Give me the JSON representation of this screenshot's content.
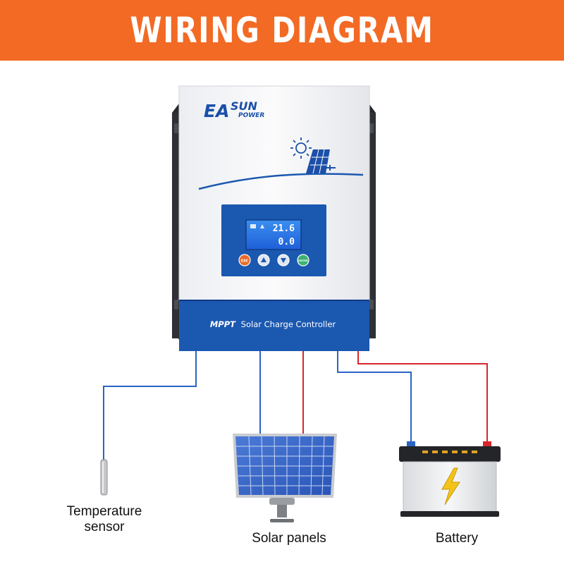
{
  "header": {
    "title": "WIRING DIAGRAM"
  },
  "device": {
    "brand_main": "EA",
    "brand_sun": "SUN",
    "brand_power": "POWER",
    "product_label": "MPPT Solar Charge Controller",
    "product_label_bold": "MPPT",
    "product_label_rest": "Solar Charge Controller",
    "lcd": {
      "line1": "21.6",
      "line2": "0.0"
    },
    "buttons": [
      "ESC",
      "▲",
      "▼",
      "ENTER"
    ]
  },
  "components": {
    "temperature_sensor": {
      "line1": "Temperature",
      "line2": "sensor"
    },
    "solar_panels": "Solar panels",
    "battery": "Battery"
  },
  "colors": {
    "banner": "#f26a24",
    "device_blue": "#1b58b0",
    "wire_blue": "#2a64c4",
    "wire_red": "#d8262a"
  }
}
